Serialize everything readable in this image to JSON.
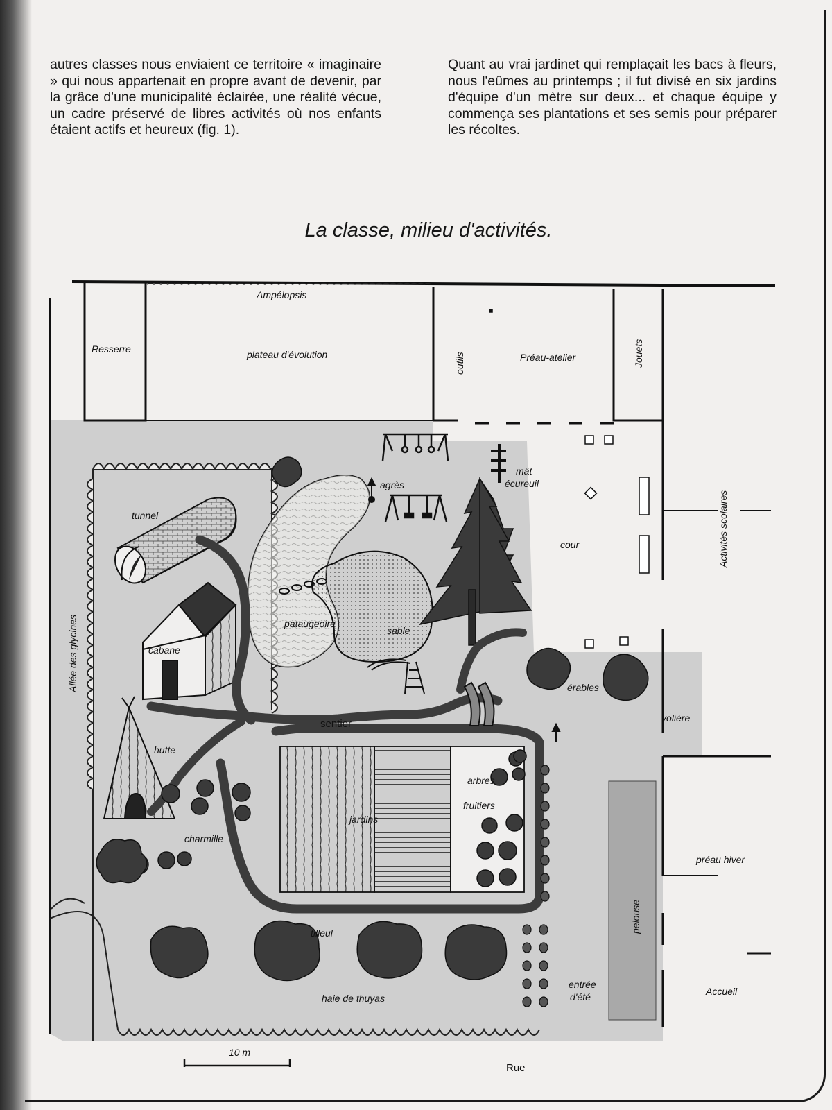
{
  "text": {
    "col1": "autres classes nous enviaient ce territoire « imaginaire » qui nous appartenait en propre avant de devenir, par la grâce d'une municipalité éclairée, une réalité vécue, un cadre préservé de libres activités où nos enfants étaient actifs et heureux (fig. 1).",
    "col2": "Quant au vrai jardinet qui remplaçait les bacs à fleurs, nous l'eûmes au printemps ; il fut divisé en six jardins d'équipe d'un mètre sur deux... et chaque équipe y commença ses plantations et ses semis pour préparer les récoltes.",
    "caption": "La classe, milieu d'activités."
  },
  "plan": {
    "ampelopsis": "Ampélopsis",
    "resserre": "Resserre",
    "plateau": "plateau d'évolution",
    "outils": "outils",
    "preau_atelier": "Préau-atelier",
    "jouets": "Jouets",
    "mat": "mât",
    "ecureuil": "écureuil",
    "agres": "agrès",
    "activites": "Activités scolaires",
    "tunnel": "tunnel",
    "cour": "cour",
    "pataugeoire": "pataugeoire",
    "sable": "sable",
    "cabane": "cabane",
    "allee": "Allée des glycines",
    "erables": "érables",
    "voliere": "volière",
    "sentier": "sentier",
    "hutte": "hutte",
    "arbres": "arbres",
    "fruitiers": "fruitiers",
    "jardins": "jardins",
    "charmille": "charmille",
    "preau_hiver": "préau hiver",
    "pelouse": "pelouse",
    "tilleul": "tilleul",
    "entree": "entrée",
    "ete": "d'été",
    "accueil": "Accueil",
    "haie": "haie de thuyas",
    "scale": "10 m",
    "rue": "Rue"
  }
}
